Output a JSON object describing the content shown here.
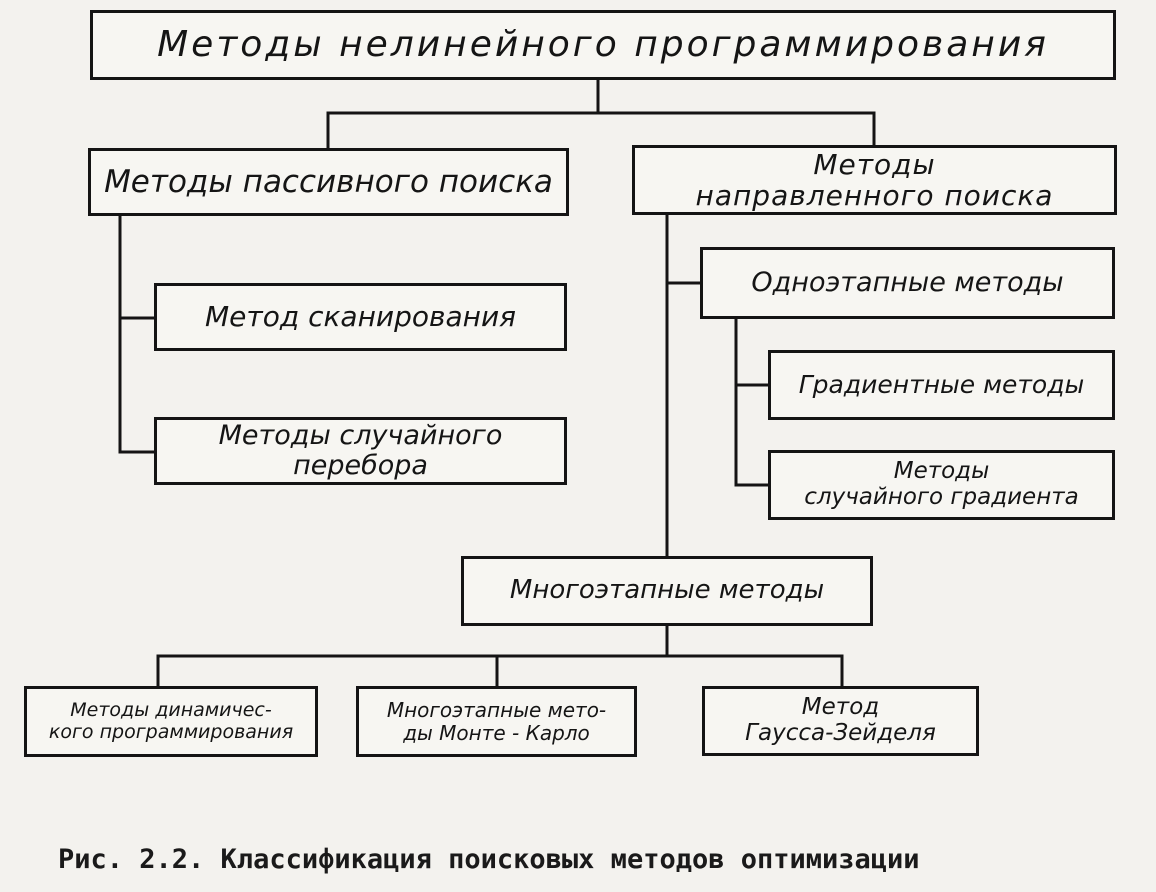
{
  "diagram": {
    "nodes": {
      "root": "Методы нелинейного программирования",
      "passive": "Методы пассивного поиска",
      "directed": "Методы\nнаправленного поиска",
      "scan": "Метод сканирования",
      "random_search": "Методы случайного перебора",
      "single_stage": "Одноэтапные методы",
      "gradient": "Градиентные методы",
      "random_gradient": "Методы\nслучайного градиента",
      "multi_stage": "Многоэтапные методы",
      "dynamic": "Методы динамичес-\nкого программирования",
      "monte_carlo": "Многоэтапные мето-\nды Монте - Карло",
      "gauss": "Метод\nГаусса-Зейделя"
    },
    "edges": [
      [
        "root",
        "passive"
      ],
      [
        "root",
        "directed"
      ],
      [
        "passive",
        "scan"
      ],
      [
        "passive",
        "random_search"
      ],
      [
        "directed",
        "single_stage"
      ],
      [
        "directed",
        "multi_stage"
      ],
      [
        "single_stage",
        "gradient"
      ],
      [
        "single_stage",
        "random_gradient"
      ],
      [
        "multi_stage",
        "dynamic"
      ],
      [
        "multi_stage",
        "monte_carlo"
      ],
      [
        "multi_stage",
        "gauss"
      ]
    ]
  },
  "caption": "Рис. 2.2. Классификация поисковых методов оптимизации",
  "colors": {
    "background": "#f3f2ee",
    "ink": "#141414"
  }
}
